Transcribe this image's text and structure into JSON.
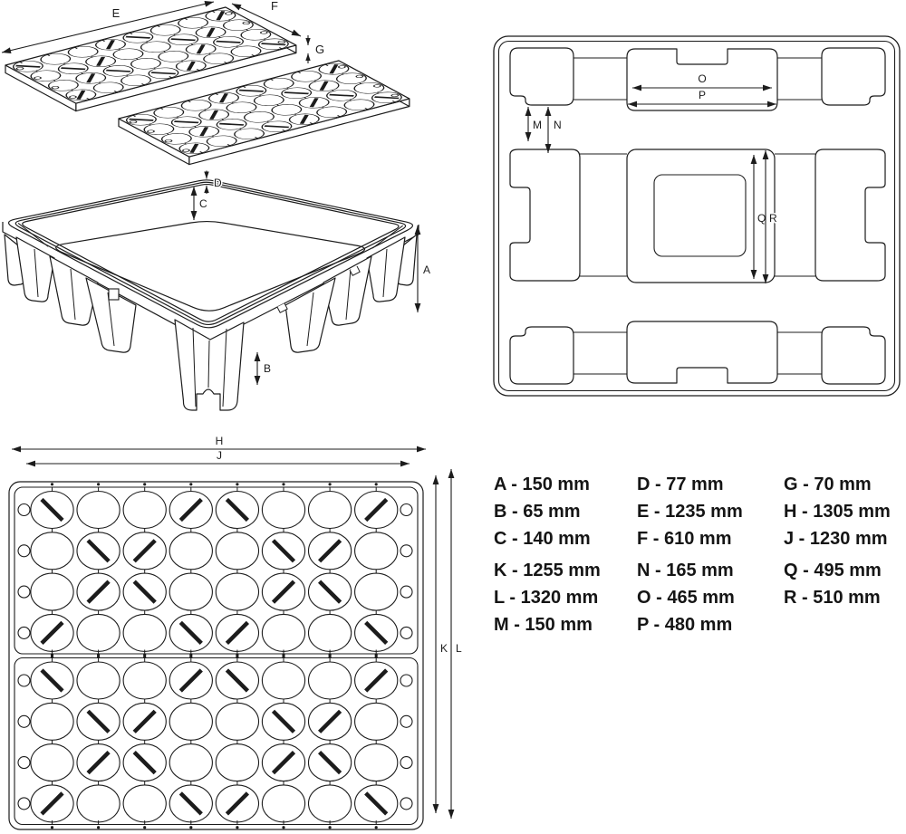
{
  "drawing": {
    "type": "technical-dimension-drawing",
    "unit": "mm",
    "line_color": "#1c1c1c",
    "background": "#ffffff"
  },
  "dimension_letters": {
    "grid_plates_isometric": [
      "E",
      "F",
      "G"
    ],
    "sump_basin_isometric": [
      "A",
      "B",
      "C",
      "D"
    ],
    "pallet_bottom_view": [
      "M",
      "N",
      "O",
      "P",
      "Q",
      "R"
    ],
    "grid_top_view": [
      "H",
      "J",
      "K",
      "L"
    ]
  },
  "grid": {
    "plates": 2,
    "columns": 8,
    "rows": 4,
    "slash_pattern": [
      [
        "\\",
        "",
        "",
        "/",
        "\\",
        "",
        "",
        "/"
      ],
      [
        "",
        "\\",
        "/",
        "",
        "",
        "\\",
        "/",
        ""
      ],
      [
        "",
        "/",
        "\\",
        "",
        "",
        "/",
        "\\",
        ""
      ],
      [
        "/",
        "",
        "",
        "\\",
        "/",
        "",
        "",
        "\\"
      ]
    ]
  },
  "legend": {
    "separator": "-",
    "unit": "mm",
    "columns": [
      {
        "groups": [
          [
            {
              "letter": "A",
              "value": "150"
            },
            {
              "letter": "B",
              "value": "65"
            },
            {
              "letter": "C",
              "value": "140"
            }
          ],
          [
            {
              "letter": "K",
              "value": "1255"
            },
            {
              "letter": "L",
              "value": "1320"
            },
            {
              "letter": "M",
              "value": "150"
            }
          ]
        ]
      },
      {
        "groups": [
          [
            {
              "letter": "D",
              "value": "77"
            },
            {
              "letter": "E",
              "value": "1235"
            },
            {
              "letter": "F",
              "value": "610"
            }
          ],
          [
            {
              "letter": "N",
              "value": "165"
            },
            {
              "letter": "O",
              "value": "465"
            },
            {
              "letter": "P",
              "value": "480"
            }
          ]
        ]
      },
      {
        "groups": [
          [
            {
              "letter": "G",
              "value": "70"
            },
            {
              "letter": "H",
              "value": "1305"
            },
            {
              "letter": "J",
              "value": "1230"
            }
          ],
          [
            {
              "letter": "Q",
              "value": "495"
            },
            {
              "letter": "R",
              "value": "510"
            }
          ]
        ]
      }
    ]
  }
}
